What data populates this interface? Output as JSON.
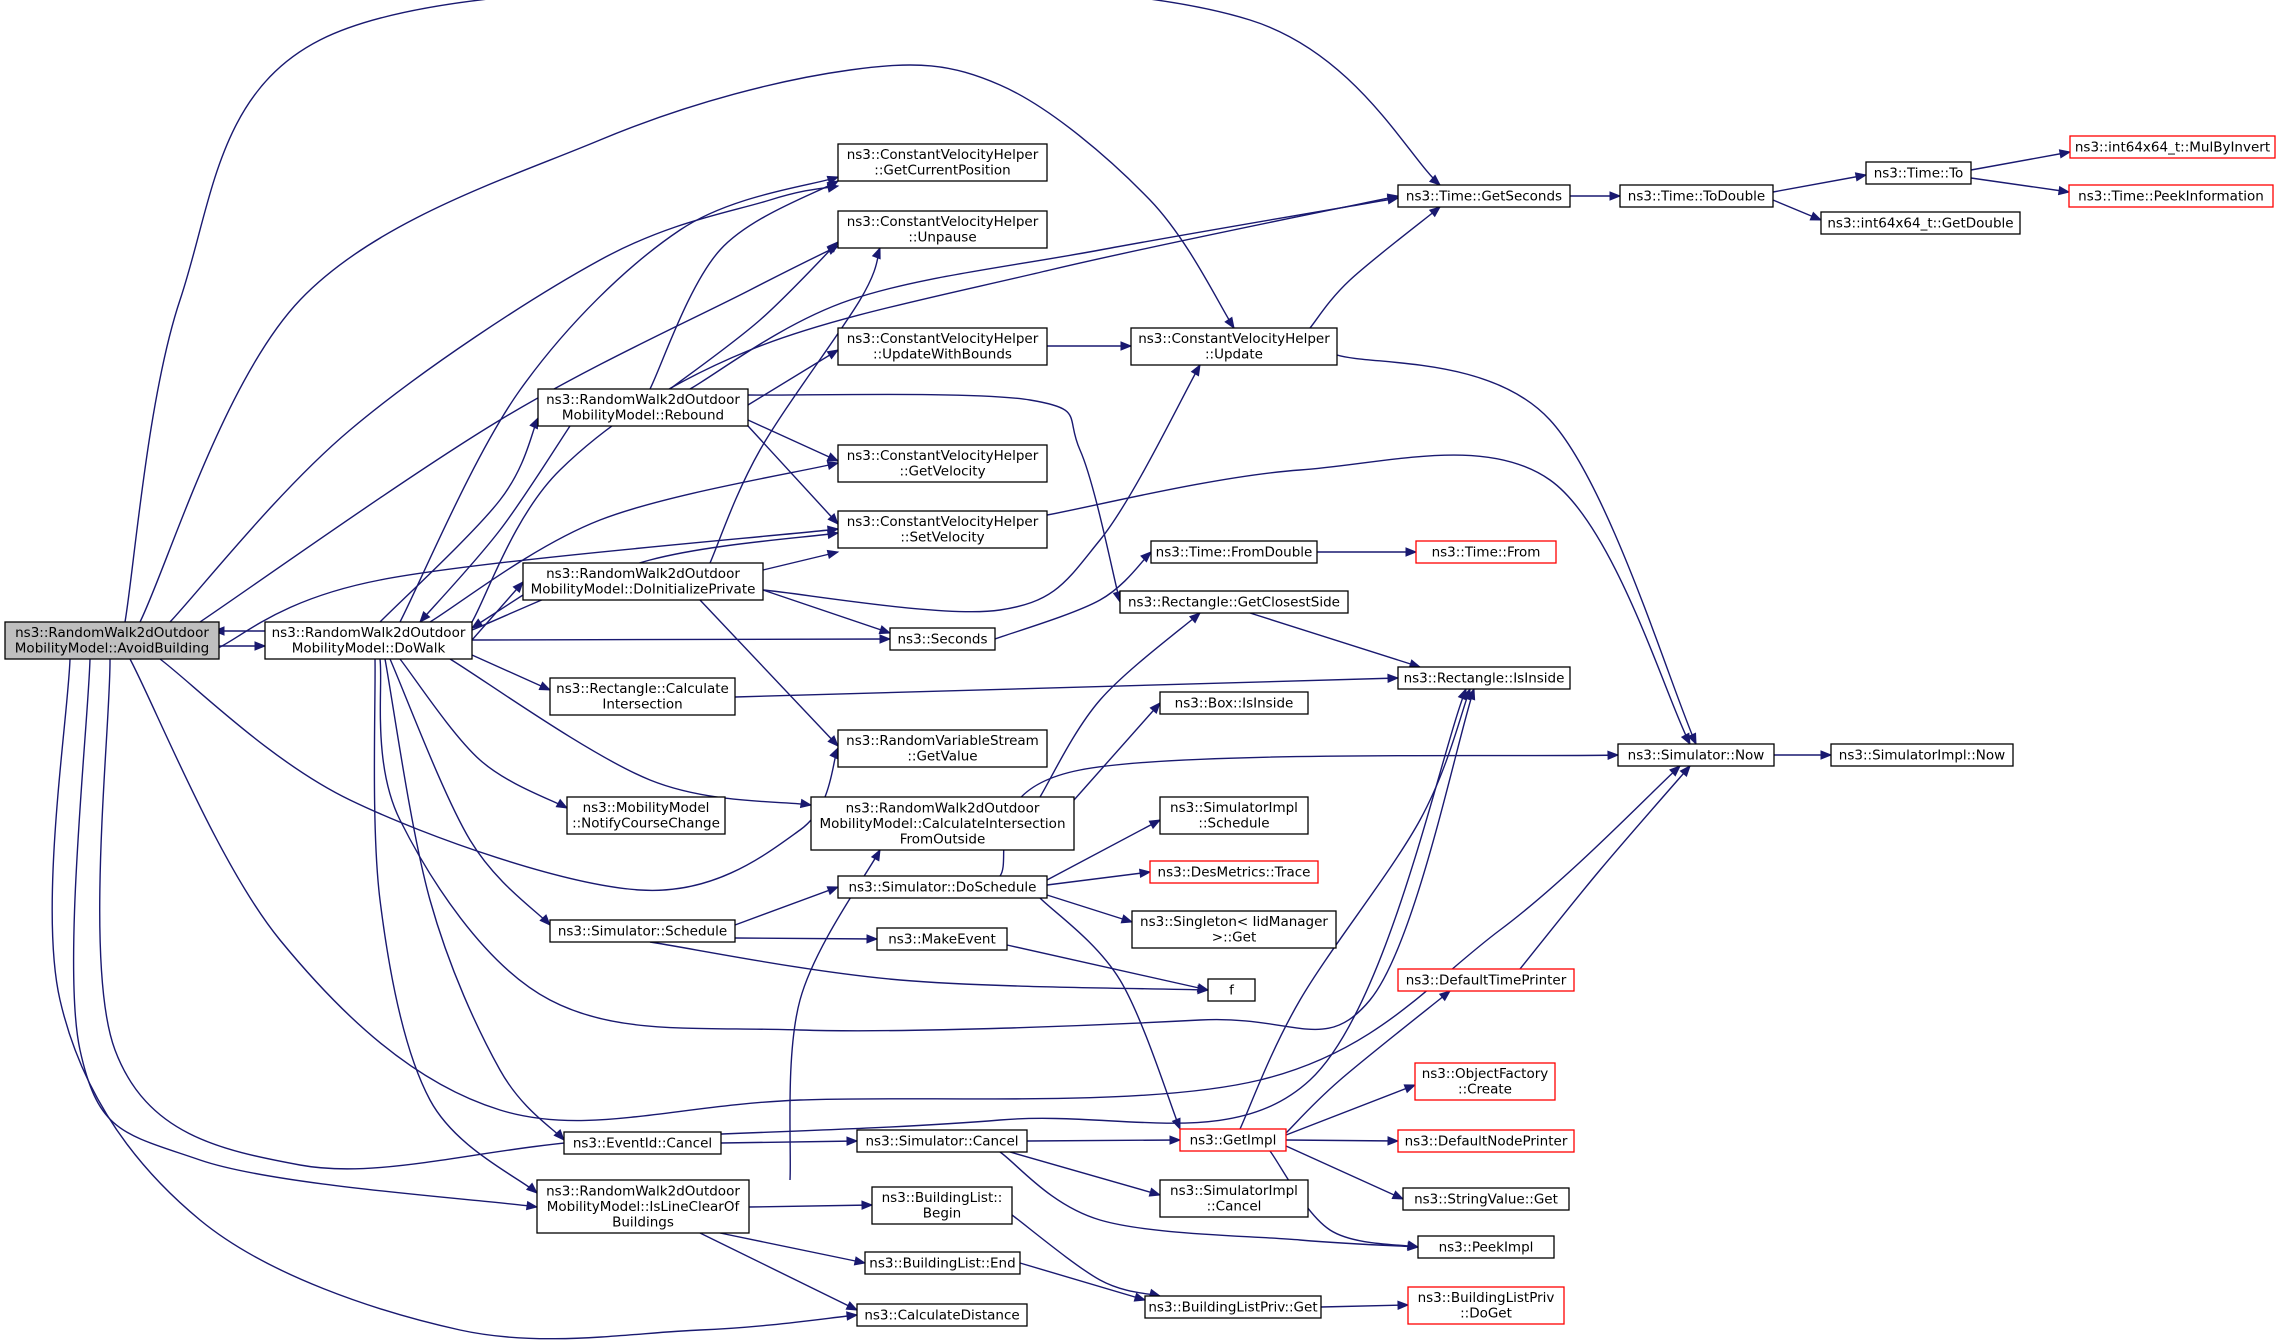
{
  "graph": {
    "edge_color": "#191970",
    "nodes": [
      {
        "id": "avoid",
        "lines": [
          "ns3::RandomWalk2dOutdoor",
          "MobilityModel::AvoidBuilding"
        ],
        "fill": "#bfbfbf",
        "stroke": "#000000"
      },
      {
        "id": "dowalk",
        "lines": [
          "ns3::RandomWalk2dOutdoor",
          "MobilityModel::DoWalk"
        ],
        "fill": "#ffffff",
        "stroke": "#000000"
      },
      {
        "id": "rebound",
        "lines": [
          "ns3::RandomWalk2dOutdoor",
          "MobilityModel::Rebound"
        ],
        "fill": "#ffffff",
        "stroke": "#000000"
      },
      {
        "id": "doinit",
        "lines": [
          "ns3::RandomWalk2dOutdoor",
          "MobilityModel::DoInitializePrivate"
        ],
        "fill": "#ffffff",
        "stroke": "#000000"
      },
      {
        "id": "rectcalc",
        "lines": [
          "ns3::Rectangle::Calculate",
          "Intersection"
        ],
        "fill": "#ffffff",
        "stroke": "#000000"
      },
      {
        "id": "notify",
        "lines": [
          "ns3::MobilityModel",
          "::NotifyCourseChange"
        ],
        "fill": "#ffffff",
        "stroke": "#000000"
      },
      {
        "id": "simsched",
        "lines": [
          "ns3::Simulator::Schedule"
        ],
        "fill": "#ffffff",
        "stroke": "#000000"
      },
      {
        "id": "evcancel",
        "lines": [
          "ns3::EventId::Cancel"
        ],
        "fill": "#ffffff",
        "stroke": "#000000"
      },
      {
        "id": "islineclear",
        "lines": [
          "ns3::RandomWalk2dOutdoor",
          "MobilityModel::IsLineClearOf",
          "Buildings"
        ],
        "fill": "#ffffff",
        "stroke": "#000000"
      },
      {
        "id": "getcurpos",
        "lines": [
          "ns3::ConstantVelocityHelper",
          "::GetCurrentPosition"
        ],
        "fill": "#ffffff",
        "stroke": "#000000"
      },
      {
        "id": "unpause",
        "lines": [
          "ns3::ConstantVelocityHelper",
          "::Unpause"
        ],
        "fill": "#ffffff",
        "stroke": "#000000"
      },
      {
        "id": "updbounds",
        "lines": [
          "ns3::ConstantVelocityHelper",
          "::UpdateWithBounds"
        ],
        "fill": "#ffffff",
        "stroke": "#000000"
      },
      {
        "id": "getvel",
        "lines": [
          "ns3::ConstantVelocityHelper",
          "::GetVelocity"
        ],
        "fill": "#ffffff",
        "stroke": "#000000"
      },
      {
        "id": "setvel",
        "lines": [
          "ns3::ConstantVelocityHelper",
          "::SetVelocity"
        ],
        "fill": "#ffffff",
        "stroke": "#000000"
      },
      {
        "id": "seconds",
        "lines": [
          "ns3::Seconds"
        ],
        "fill": "#ffffff",
        "stroke": "#000000"
      },
      {
        "id": "rvsget",
        "lines": [
          "ns3::RandomVariableStream",
          "::GetValue"
        ],
        "fill": "#ffffff",
        "stroke": "#000000"
      },
      {
        "id": "calcfromout",
        "lines": [
          "ns3::RandomWalk2dOutdoor",
          "MobilityModel::CalculateIntersection",
          "FromOutside"
        ],
        "fill": "#ffffff",
        "stroke": "#000000"
      },
      {
        "id": "simdosched",
        "lines": [
          "ns3::Simulator::DoSchedule"
        ],
        "fill": "#ffffff",
        "stroke": "#000000"
      },
      {
        "id": "makeevent",
        "lines": [
          "ns3::MakeEvent"
        ],
        "fill": "#ffffff",
        "stroke": "#000000"
      },
      {
        "id": "simcancel",
        "lines": [
          "ns3::Simulator::Cancel"
        ],
        "fill": "#ffffff",
        "stroke": "#000000"
      },
      {
        "id": "blbegin",
        "lines": [
          "ns3::BuildingList::",
          "Begin"
        ],
        "fill": "#ffffff",
        "stroke": "#000000"
      },
      {
        "id": "blend",
        "lines": [
          "ns3::BuildingList::End"
        ],
        "fill": "#ffffff",
        "stroke": "#000000"
      },
      {
        "id": "calcdist",
        "lines": [
          "ns3::CalculateDistance"
        ],
        "fill": "#ffffff",
        "stroke": "#000000"
      },
      {
        "id": "getsecs",
        "lines": [
          "ns3::Time::GetSeconds"
        ],
        "fill": "#ffffff",
        "stroke": "#000000"
      },
      {
        "id": "cvupdate",
        "lines": [
          "ns3::ConstantVelocityHelper",
          "::Update"
        ],
        "fill": "#ffffff",
        "stroke": "#000000"
      },
      {
        "id": "fromdouble",
        "lines": [
          "ns3::Time::FromDouble"
        ],
        "fill": "#ffffff",
        "stroke": "#000000"
      },
      {
        "id": "closestside",
        "lines": [
          "ns3::Rectangle::GetClosestSide"
        ],
        "fill": "#ffffff",
        "stroke": "#000000"
      },
      {
        "id": "boxinside",
        "lines": [
          "ns3::Box::IsInside"
        ],
        "fill": "#ffffff",
        "stroke": "#000000"
      },
      {
        "id": "simimplsched",
        "lines": [
          "ns3::SimulatorImpl",
          "::Schedule"
        ],
        "fill": "#ffffff",
        "stroke": "#000000"
      },
      {
        "id": "desmetrics",
        "lines": [
          "ns3::DesMetrics::Trace"
        ],
        "fill": "#ffffff",
        "stroke": "#ff0000"
      },
      {
        "id": "singleton",
        "lines": [
          "ns3::Singleton< IidManager",
          ">::Get"
        ],
        "fill": "#ffffff",
        "stroke": "#000000"
      },
      {
        "id": "f",
        "lines": [
          "f"
        ],
        "fill": "#ffffff",
        "stroke": "#000000"
      },
      {
        "id": "getimpl",
        "lines": [
          "ns3::GetImpl"
        ],
        "fill": "#ffffff",
        "stroke": "#ff0000"
      },
      {
        "id": "simimplcancel",
        "lines": [
          "ns3::SimulatorImpl",
          "::Cancel"
        ],
        "fill": "#ffffff",
        "stroke": "#000000"
      },
      {
        "id": "blprivget",
        "lines": [
          "ns3::BuildingListPriv::Get"
        ],
        "fill": "#ffffff",
        "stroke": "#000000"
      },
      {
        "id": "todouble",
        "lines": [
          "ns3::Time::ToDouble"
        ],
        "fill": "#ffffff",
        "stroke": "#000000"
      },
      {
        "id": "timefrom",
        "lines": [
          "ns3::Time::From"
        ],
        "fill": "#ffffff",
        "stroke": "#ff0000"
      },
      {
        "id": "rectinside",
        "lines": [
          "ns3::Rectangle::IsInside"
        ],
        "fill": "#ffffff",
        "stroke": "#000000"
      },
      {
        "id": "simnow",
        "lines": [
          "ns3::Simulator::Now"
        ],
        "fill": "#ffffff",
        "stroke": "#000000"
      },
      {
        "id": "deftimeprinter",
        "lines": [
          "ns3::DefaultTimePrinter"
        ],
        "fill": "#ffffff",
        "stroke": "#ff0000"
      },
      {
        "id": "objfactory",
        "lines": [
          "ns3::ObjectFactory",
          "::Create"
        ],
        "fill": "#ffffff",
        "stroke": "#ff0000"
      },
      {
        "id": "defnodeprinter",
        "lines": [
          "ns3::DefaultNodePrinter"
        ],
        "fill": "#ffffff",
        "stroke": "#ff0000"
      },
      {
        "id": "strvalget",
        "lines": [
          "ns3::StringValue::Get"
        ],
        "fill": "#ffffff",
        "stroke": "#000000"
      },
      {
        "id": "peekimpl",
        "lines": [
          "ns3::PeekImpl"
        ],
        "fill": "#ffffff",
        "stroke": "#000000"
      },
      {
        "id": "blprivdoget",
        "lines": [
          "ns3::BuildingListPriv",
          "::DoGet"
        ],
        "fill": "#ffffff",
        "stroke": "#ff0000"
      },
      {
        "id": "timeto",
        "lines": [
          "ns3::Time::To"
        ],
        "fill": "#ffffff",
        "stroke": "#000000"
      },
      {
        "id": "i64getdouble",
        "lines": [
          "ns3::int64x64_t::GetDouble"
        ],
        "fill": "#ffffff",
        "stroke": "#000000"
      },
      {
        "id": "simimplnow",
        "lines": [
          "ns3::SimulatorImpl::Now"
        ],
        "fill": "#ffffff",
        "stroke": "#000000"
      },
      {
        "id": "mulbyinvert",
        "lines": [
          "ns3::int64x64_t::MulByInvert"
        ],
        "fill": "#ffffff",
        "stroke": "#ff0000"
      },
      {
        "id": "peekinfo",
        "lines": [
          "ns3::Time::PeekInformation"
        ],
        "fill": "#ffffff",
        "stroke": "#ff0000"
      }
    ],
    "edges": [
      [
        "avoid",
        "dowalk"
      ],
      [
        "dowalk",
        "avoid"
      ],
      [
        "avoid",
        "getsecs"
      ],
      [
        "avoid",
        "cvupdate"
      ],
      [
        "avoid",
        "getcurpos"
      ],
      [
        "avoid",
        "unpause"
      ],
      [
        "avoid",
        "setvel"
      ],
      [
        "avoid",
        "rvsget"
      ],
      [
        "avoid",
        "simnow"
      ],
      [
        "avoid",
        "rectinside"
      ],
      [
        "avoid",
        "islineclear"
      ],
      [
        "avoid",
        "calcdist"
      ],
      [
        "dowalk",
        "getsecs"
      ],
      [
        "dowalk",
        "getcurpos"
      ],
      [
        "dowalk",
        "rebound"
      ],
      [
        "rebound",
        "dowalk"
      ],
      [
        "dowalk",
        "getvel"
      ],
      [
        "dowalk",
        "setvel"
      ],
      [
        "dowalk",
        "doinit"
      ],
      [
        "doinit",
        "dowalk"
      ],
      [
        "dowalk",
        "seconds"
      ],
      [
        "dowalk",
        "rectcalc"
      ],
      [
        "dowalk",
        "calcfromout"
      ],
      [
        "dowalk",
        "notify"
      ],
      [
        "dowalk",
        "simsched"
      ],
      [
        "dowalk",
        "evcancel"
      ],
      [
        "dowalk",
        "islineclear"
      ],
      [
        "dowalk",
        "rectinside"
      ],
      [
        "rebound",
        "getcurpos"
      ],
      [
        "rebound",
        "unpause"
      ],
      [
        "rebound",
        "getsecs"
      ],
      [
        "rebound",
        "updbounds"
      ],
      [
        "rebound",
        "getvel"
      ],
      [
        "rebound",
        "setvel"
      ],
      [
        "rebound",
        "closestside"
      ],
      [
        "doinit",
        "unpause"
      ],
      [
        "doinit",
        "setvel"
      ],
      [
        "doinit",
        "cvupdate"
      ],
      [
        "doinit",
        "seconds"
      ],
      [
        "doinit",
        "rvsget"
      ],
      [
        "updbounds",
        "cvupdate"
      ],
      [
        "cvupdate",
        "getsecs"
      ],
      [
        "cvupdate",
        "simnow"
      ],
      [
        "setvel",
        "simnow"
      ],
      [
        "seconds",
        "fromdouble"
      ],
      [
        "fromdouble",
        "timefrom"
      ],
      [
        "closestside",
        "rectinside"
      ],
      [
        "rectcalc",
        "rectinside"
      ],
      [
        "calcfromout",
        "closestside"
      ],
      [
        "calcfromout",
        "boxinside"
      ],
      [
        "simsched",
        "simdosched"
      ],
      [
        "simsched",
        "makeevent"
      ],
      [
        "simsched",
        "f"
      ],
      [
        "makeevent",
        "f"
      ],
      [
        "simdosched",
        "simnow"
      ],
      [
        "simdosched",
        "simimplsched"
      ],
      [
        "simdosched",
        "desmetrics"
      ],
      [
        "simdosched",
        "singleton"
      ],
      [
        "simdosched",
        "getimpl"
      ],
      [
        "evcancel",
        "simcancel"
      ],
      [
        "simcancel",
        "getimpl"
      ],
      [
        "simcancel",
        "simimplcancel"
      ],
      [
        "simcancel",
        "peekimpl"
      ],
      [
        "islineclear",
        "calcfromout"
      ],
      [
        "islineclear",
        "blbegin"
      ],
      [
        "islineclear",
        "blend"
      ],
      [
        "islineclear",
        "calcdist"
      ],
      [
        "blbegin",
        "blprivget"
      ],
      [
        "blend",
        "blprivget"
      ],
      [
        "blprivget",
        "blprivdoget"
      ],
      [
        "getimpl",
        "deftimeprinter"
      ],
      [
        "getimpl",
        "objfactory"
      ],
      [
        "getimpl",
        "defnodeprinter"
      ],
      [
        "getimpl",
        "strvalget"
      ],
      [
        "getimpl",
        "peekimpl"
      ],
      [
        "getimpl",
        "rectinside"
      ],
      [
        "deftimeprinter",
        "simnow"
      ],
      [
        "simnow",
        "simimplnow"
      ],
      [
        "getsecs",
        "todouble"
      ],
      [
        "todouble",
        "timeto"
      ],
      [
        "todouble",
        "i64getdouble"
      ],
      [
        "timeto",
        "mulbyinvert"
      ],
      [
        "timeto",
        "peekinfo"
      ]
    ]
  }
}
